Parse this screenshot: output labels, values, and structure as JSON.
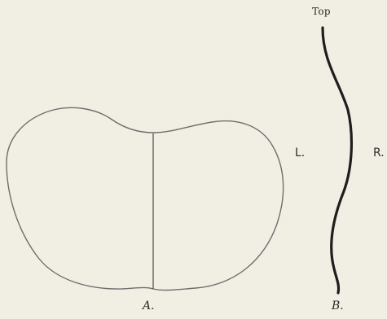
{
  "figure": {
    "top_label": "Top",
    "left_label": "L.",
    "right_label": "R.",
    "caption_a": "A.",
    "caption_b": "B."
  },
  "colors": {
    "background": "#f1efe4",
    "outline": "#6e6e6e",
    "midline": "#4a4a4a",
    "profile": "#1e1e1e"
  }
}
